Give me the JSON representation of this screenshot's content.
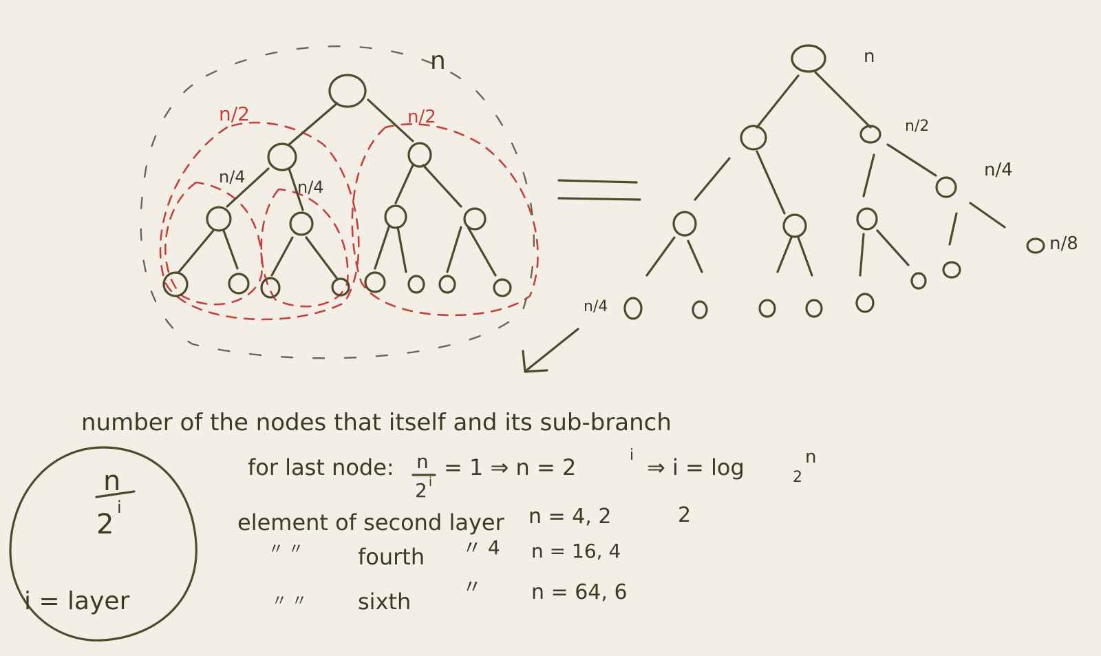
{
  "left_tree": {
    "root_label": "n",
    "left_half_label": "n/2",
    "right_half_label": "n/2",
    "quarter_label_1": "n/4",
    "quarter_label_2": "n/4"
  },
  "equals_sign": "=",
  "right_tree": {
    "root_label": "n",
    "half_label": "n/2",
    "quarter_label": "n/4",
    "eighth_label": "n/8",
    "leaf_label": "n/4"
  },
  "notes": {
    "line1": "number of the nodes that itself and its sub-branch",
    "line2_prefix": "for last node:",
    "fraction_num": "n",
    "fraction_den": "2",
    "fraction_exp": "i",
    "line2_rest": "= 1 ⇒ n = 2",
    "line2_exp": "i",
    "line2_end": "⇒ i = log",
    "log_base": "2",
    "log_arg": "n",
    "line3": "element of second layer",
    "line3_vals": "n = 4, 2",
    "line3_end": "2",
    "line4_ditto": "〃 〃",
    "line4_word": "fourth",
    "line4_mid": "〃 4",
    "line4_vals": "n = 16, 4",
    "line5_ditto": "〃 〃",
    "line5_word": "sixth",
    "line5_mid": "〃",
    "line5_vals": "n = 64, 6"
  },
  "circle_note": {
    "numerator": "n",
    "denominator": "2",
    "exponent": "i",
    "caption": "i = layer"
  }
}
